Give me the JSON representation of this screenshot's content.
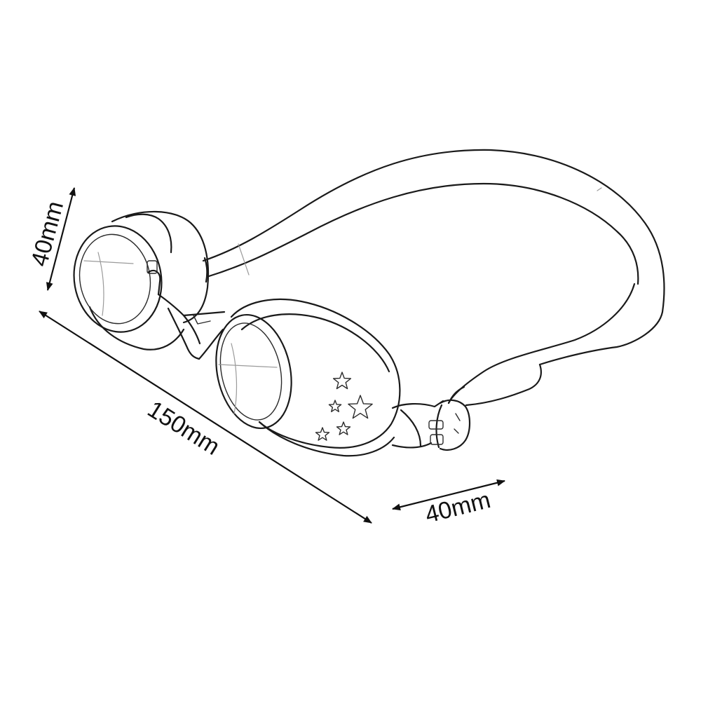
{
  "dimensions": {
    "height_label": "40mm",
    "length_label": "150mm",
    "width_label": "40mm"
  },
  "product": {
    "icon": "swim-goggles-icon",
    "star_decoration_icon": "star-icon"
  },
  "colors": {
    "ink": "#1a1a1a",
    "background": "#ffffff"
  }
}
